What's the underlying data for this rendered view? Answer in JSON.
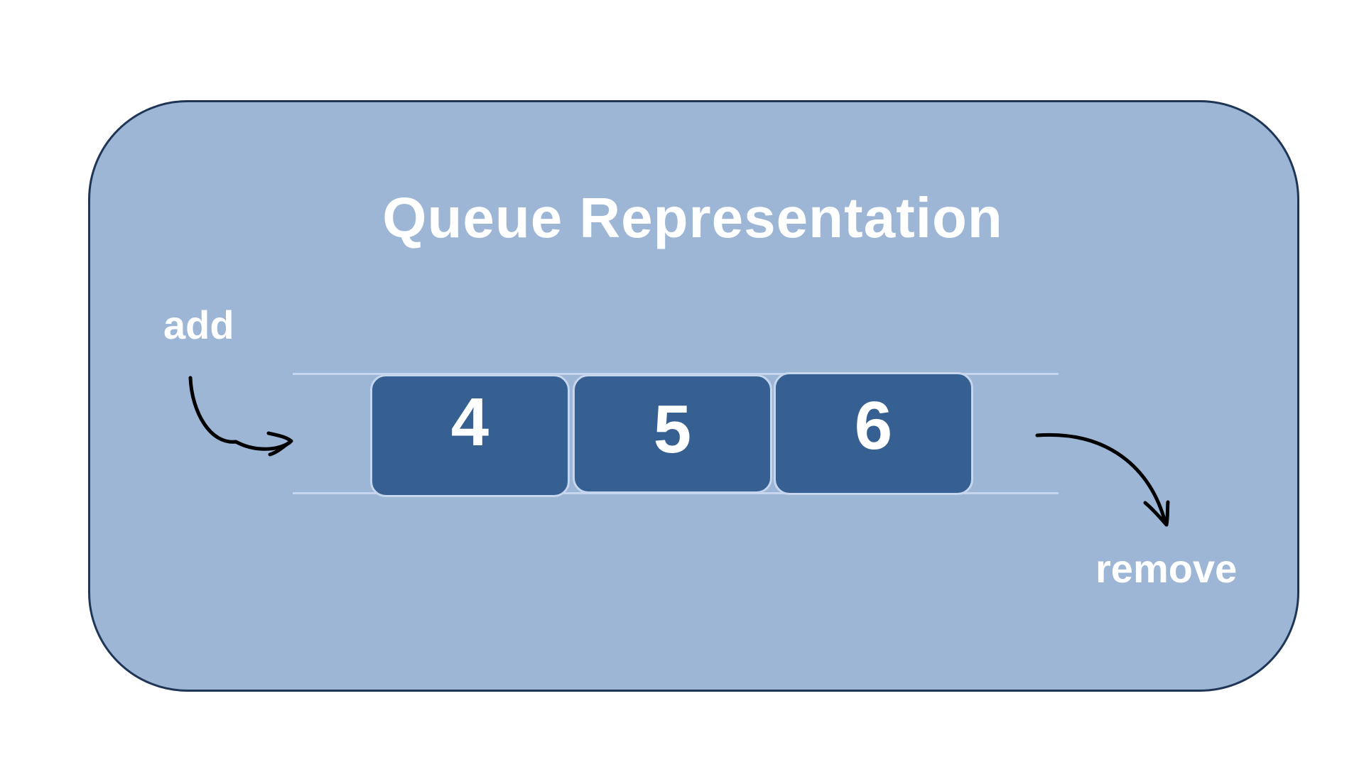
{
  "diagram": {
    "title": "Queue Representation",
    "add_label": "add",
    "remove_label": "remove",
    "queue": [
      "4",
      "5",
      "6"
    ],
    "colors": {
      "panel_fill": "#9db6d6",
      "panel_border": "#1f3556",
      "cell_fill": "#365f92",
      "cell_border": "#c5d6ee",
      "text": "#ffffff",
      "arrow": "#000000"
    }
  }
}
